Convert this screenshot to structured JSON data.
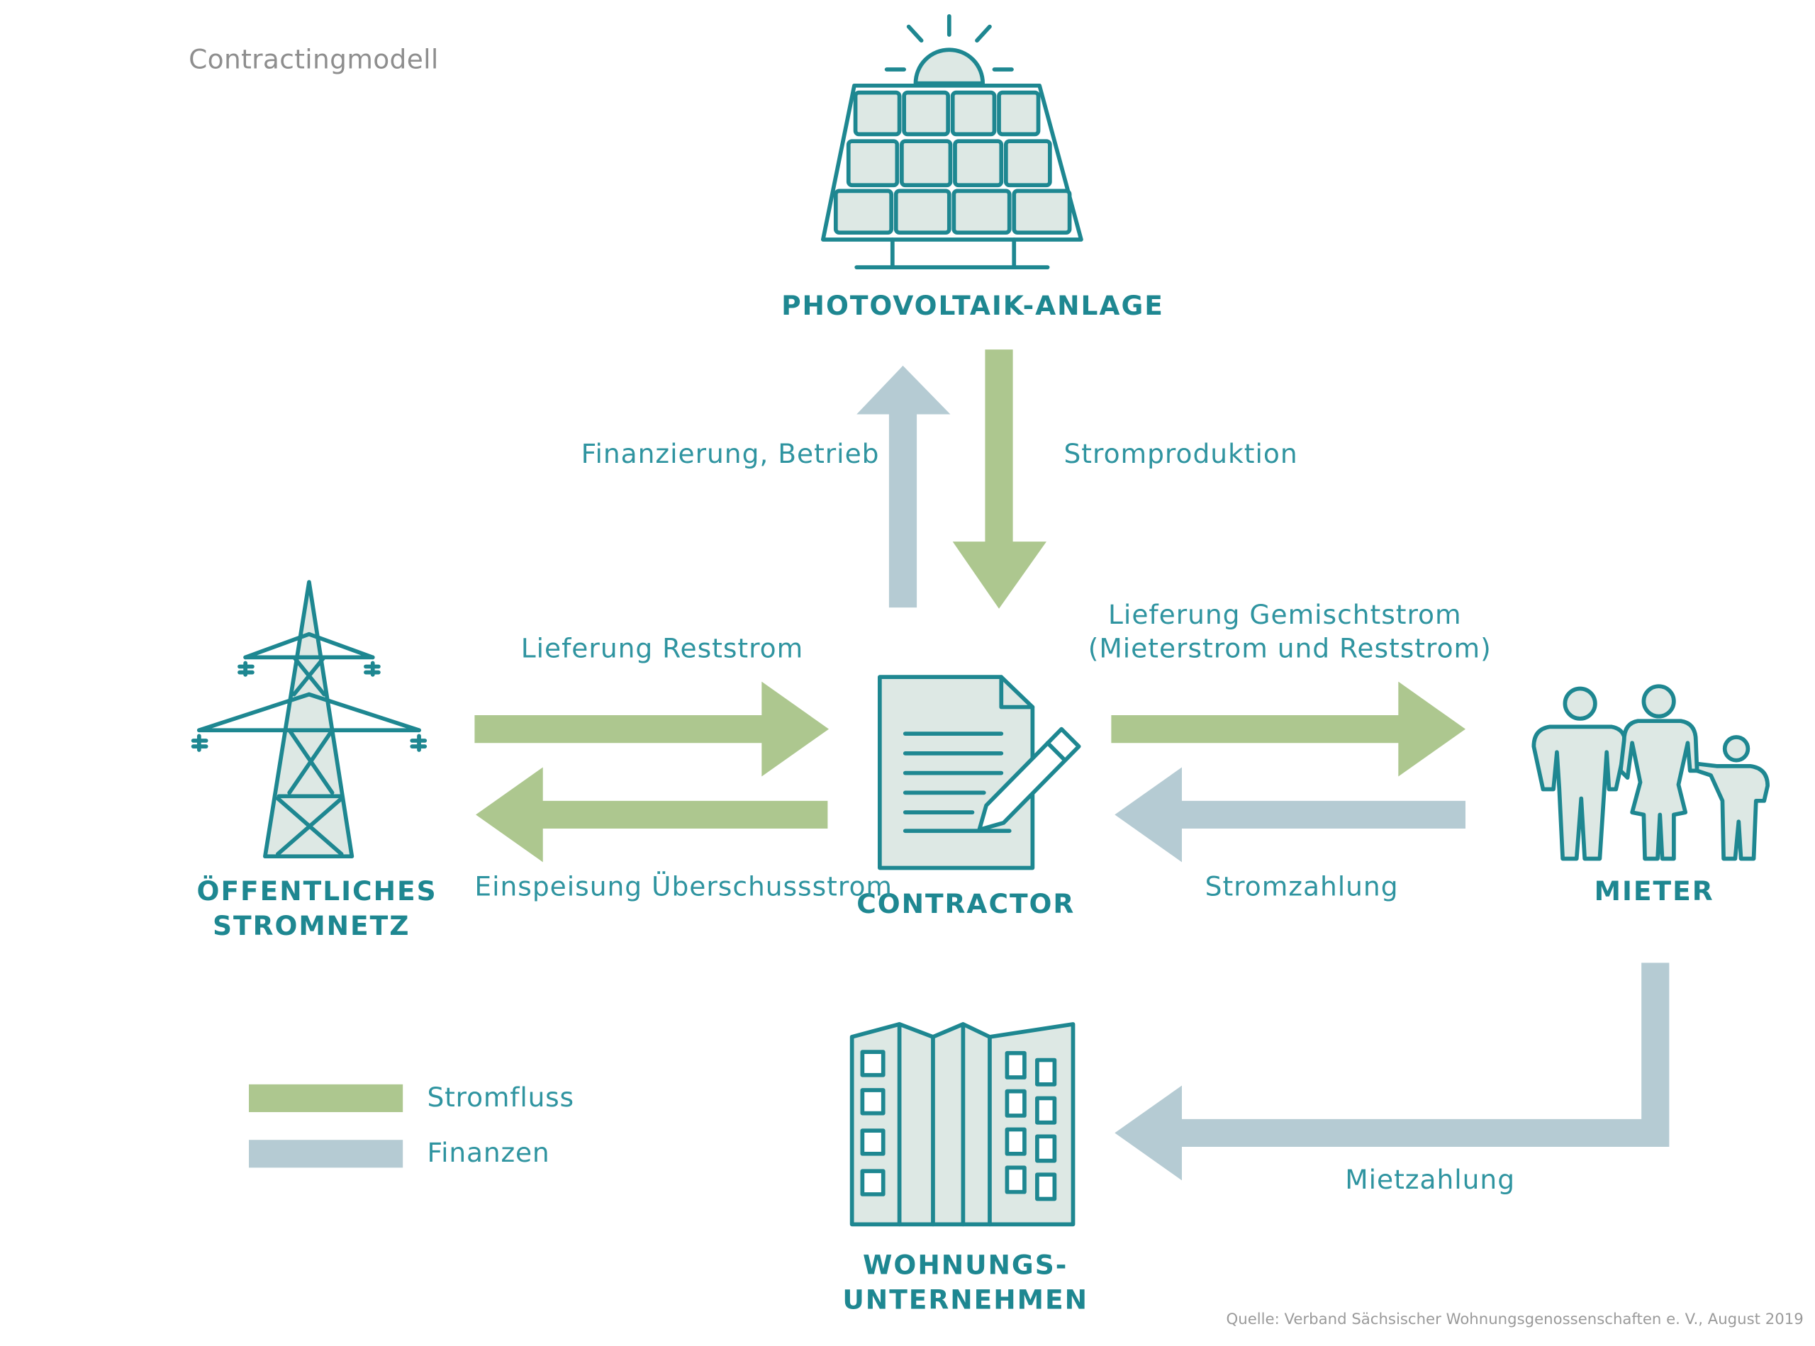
{
  "title": "Contractingmodell",
  "nodes": {
    "photovoltaik": "PHOTOVOLTAIK-ANLAGE",
    "stromnetz_line1": "ÖFFENTLICHES",
    "stromnetz_line2": "STROMNETZ",
    "contractor": "CONTRACTOR",
    "mieter": "MIETER",
    "wohnung_line1": "WOHNUNGS-",
    "wohnung_line2": "UNTERNEHMEN"
  },
  "flows": {
    "finanzierung": "Finanzierung, Betrieb",
    "stromproduktion": "Stromproduktion",
    "lieferung_reststrom": "Lieferung Reststrom",
    "einspeisung": "Einspeisung Überschussstrom",
    "gemischtstrom_line1": "Lieferung Gemischtstrom",
    "gemischtstrom_line2": "(Mieterstrom und Reststrom)",
    "stromzahlung": "Stromzahlung",
    "mietzahlung": "Mietzahlung"
  },
  "legend": [
    {
      "label": "Stromfluss",
      "color": "#adc78f"
    },
    {
      "label": "Finanzen",
      "color": "#b5cbd3"
    }
  ],
  "colors": {
    "strom": "#adc78f",
    "finanzen": "#b5cbd3",
    "icon_stroke": "#1e8791",
    "icon_fill": "#dde8e4"
  },
  "source": "Quelle: Verband Sächsischer Wohnungsgenossenschaften e. V., August 2019"
}
